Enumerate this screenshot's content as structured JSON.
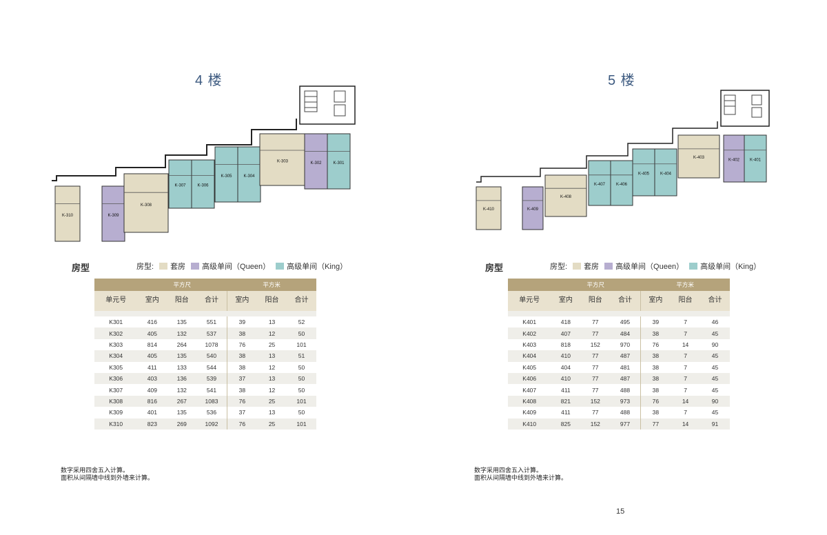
{
  "colors": {
    "suite": "#e3dcc4",
    "queen": "#b7aed0",
    "king": "#9dcdcc",
    "header_gold": "#b5a37b",
    "header_light": "#e9e2cf",
    "row_alt": "#efeee9"
  },
  "floors": [
    {
      "title": "4 楼",
      "section_label": "房型",
      "legend": {
        "label": "房型:",
        "suite": "套房",
        "queen": "高级单间（Queen）",
        "king": "高级单间（King）"
      },
      "plan_units": [
        {
          "label": "K-310",
          "type": "suite"
        },
        {
          "label": "K-309",
          "type": "queen"
        },
        {
          "label": "K-308",
          "type": "suite"
        },
        {
          "label": "K-307",
          "type": "king"
        },
        {
          "label": "K-306",
          "type": "king"
        },
        {
          "label": "K-305",
          "type": "king"
        },
        {
          "label": "K-304",
          "type": "king"
        },
        {
          "label": "K-303",
          "type": "suite"
        },
        {
          "label": "K-302",
          "type": "queen"
        },
        {
          "label": "K-301",
          "type": "king"
        }
      ],
      "table": {
        "group_sqft": "平方尺",
        "group_sqm": "平方米",
        "headers": [
          "单元号",
          "室内",
          "阳台",
          "合计",
          "室内",
          "阳台",
          "合计"
        ],
        "rows": [
          [
            "K301",
            "416",
            "135",
            "551",
            "39",
            "13",
            "52"
          ],
          [
            "K302",
            "405",
            "132",
            "537",
            "38",
            "12",
            "50"
          ],
          [
            "K303",
            "814",
            "264",
            "1078",
            "76",
            "25",
            "101"
          ],
          [
            "K304",
            "405",
            "135",
            "540",
            "38",
            "13",
            "51"
          ],
          [
            "K305",
            "411",
            "133",
            "544",
            "38",
            "12",
            "50"
          ],
          [
            "K306",
            "403",
            "136",
            "539",
            "37",
            "13",
            "50"
          ],
          [
            "K307",
            "409",
            "132",
            "541",
            "38",
            "12",
            "50"
          ],
          [
            "K308",
            "816",
            "267",
            "1083",
            "76",
            "25",
            "101"
          ],
          [
            "K309",
            "401",
            "135",
            "536",
            "37",
            "13",
            "50"
          ],
          [
            "K310",
            "823",
            "269",
            "1092",
            "76",
            "25",
            "101"
          ]
        ]
      },
      "notes": [
        "数字采用四舍五入计算。",
        "面积从间隔墙中线到外墙来计算。"
      ]
    },
    {
      "title": "5 楼",
      "section_label": "房型",
      "legend": {
        "label": "房型:",
        "suite": "套房",
        "queen": "高级单间（Queen）",
        "king": "高级单间（King）"
      },
      "plan_units": [
        {
          "label": "K-410",
          "type": "suite"
        },
        {
          "label": "K-409",
          "type": "queen"
        },
        {
          "label": "K-408",
          "type": "suite"
        },
        {
          "label": "K-407",
          "type": "king"
        },
        {
          "label": "K-406",
          "type": "king"
        },
        {
          "label": "K-405",
          "type": "king"
        },
        {
          "label": "K-404",
          "type": "king"
        },
        {
          "label": "K-403",
          "type": "suite"
        },
        {
          "label": "K-402",
          "type": "queen"
        },
        {
          "label": "K-401",
          "type": "king"
        }
      ],
      "table": {
        "group_sqft": "平方尺",
        "group_sqm": "平方米",
        "headers": [
          "单元号",
          "室内",
          "阳台",
          "合计",
          "室内",
          "阳台",
          "合计"
        ],
        "rows": [
          [
            "K401",
            "418",
            "77",
            "495",
            "39",
            "7",
            "46"
          ],
          [
            "K402",
            "407",
            "77",
            "484",
            "38",
            "7",
            "45"
          ],
          [
            "K403",
            "818",
            "152",
            "970",
            "76",
            "14",
            "90"
          ],
          [
            "K404",
            "410",
            "77",
            "487",
            "38",
            "7",
            "45"
          ],
          [
            "K405",
            "404",
            "77",
            "481",
            "38",
            "7",
            "45"
          ],
          [
            "K406",
            "410",
            "77",
            "487",
            "38",
            "7",
            "45"
          ],
          [
            "K407",
            "411",
            "77",
            "488",
            "38",
            "7",
            "45"
          ],
          [
            "K408",
            "821",
            "152",
            "973",
            "76",
            "14",
            "90"
          ],
          [
            "K409",
            "411",
            "77",
            "488",
            "38",
            "7",
            "45"
          ],
          [
            "K410",
            "825",
            "152",
            "977",
            "77",
            "14",
            "91"
          ]
        ]
      },
      "notes": [
        "数字采用四舍五入计算。",
        "面积从间隔墙中线到外墙来计算。"
      ]
    }
  ],
  "page_number": "15"
}
